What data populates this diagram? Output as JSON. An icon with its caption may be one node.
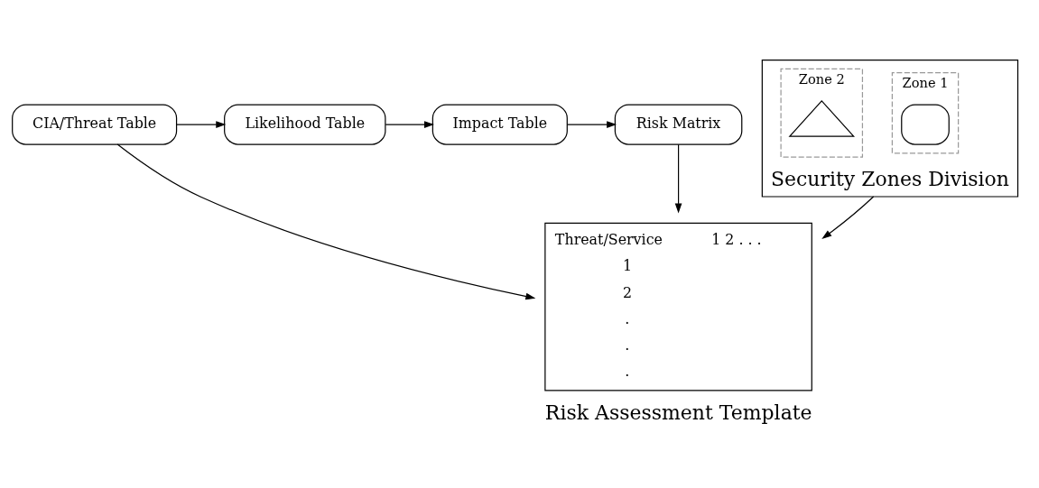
{
  "diagram": {
    "nodes": [
      {
        "text": [
          "CIA/Threat Table"
        ]
      },
      {
        "text": [
          "Likelihood Table"
        ]
      },
      {
        "text": [
          "Impact Table"
        ]
      },
      {
        "text": [
          "Risk Matrix"
        ]
      },
      {
        "text": [
          "Security Zones Division"
        ]
      },
      {
        "text": [
          "Zone 1"
        ],
        "in": 4
      },
      {
        "text": [
          "Zone 2"
        ],
        "in": 4
      },
      {
        "text": [],
        "shape": "box",
        "in": 5
      },
      {
        "text": [],
        "shape": "triangle",
        "in": 6
      },
      {
        "text": [
          "Threat/Service",
          "1 2 . . .",
          "1",
          "2",
          ".",
          ".",
          ".",
          "Risk Assessment Template"
        ]
      }
    ],
    "edges": [
      {
        "from": 0,
        "to": 1,
        "arrow": "to"
      },
      {
        "from": 1,
        "to": 2,
        "arrow": "to"
      },
      {
        "from": 2,
        "to": 3,
        "arrow": "to"
      },
      {
        "from": 0,
        "to": 9,
        "arrow": "to"
      },
      {
        "from": 3,
        "to": 9,
        "arrow": "to"
      },
      {
        "from": 4,
        "to": 9,
        "arrow": "to"
      }
    ]
  }
}
